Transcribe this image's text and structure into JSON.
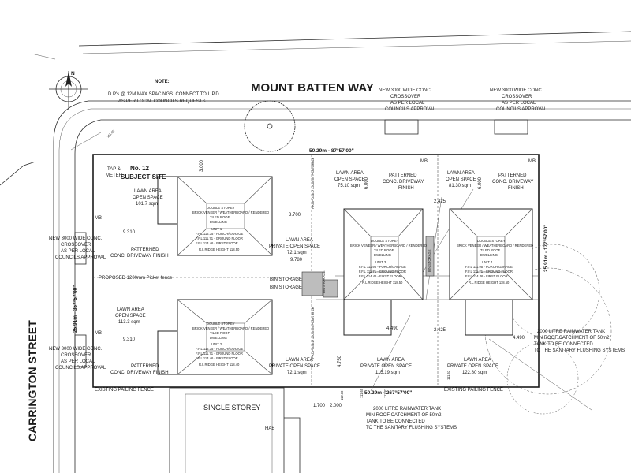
{
  "north_label": "N",
  "note": {
    "heading": "NOTE:",
    "line1": "D.P's @ 12M MAX SPACINGS. CONNECT TO L.P.D",
    "line2": "AS PER LOCAL COUNCILS REQUESTS"
  },
  "streets": {
    "north": "MOUNT BATTEN WAY",
    "west": "CARRINGTON STREET"
  },
  "crossovers": {
    "top_mid": [
      "NEW 3000 WIDE CONC.",
      "CROSSOVER",
      "AS PER LOCAL",
      "COUNCILS APPROVAL"
    ],
    "top_right": [
      "NEW 3000 WIDE CONC.",
      "CROSSOVER",
      "AS PER LOCAL",
      "COUNCILS APPROVAL"
    ],
    "left_upper": [
      "NEW 3000 WIDE CONC.",
      "CROSSOVER",
      "AS PER LOCAL",
      "COUNCILS APPROVAL"
    ],
    "left_lower": [
      "NEW 3000 WIDE CONC.",
      "CROSSOVER",
      "AS PER LOCAL",
      "COUNCILS APPROVAL"
    ]
  },
  "boundaries": {
    "north": "50.29m - 87°57'00\"",
    "south": "50.29m - 267°57'00\"",
    "west": "25.91m - 357°57'00\"",
    "east": "25.91m - 177°57'00\""
  },
  "subject": {
    "tap": "TAP &",
    "meter": "METER",
    "no": "No. 12",
    "site": "SUBJECT SITE"
  },
  "areas": {
    "lawn_a": [
      "LAWN AREA",
      "OPEN SPACE",
      "101.7 sqm"
    ],
    "lawn_b": [
      "LAWN AREA",
      "OPEN SPACE",
      "113.3 sqm"
    ],
    "lawn_c": [
      "LAWN AREA",
      "OPEN SPACE",
      "75.10 sqm"
    ],
    "lawn_d": [
      "LAWN AREA",
      "OPEN SPACE",
      "81.30 sqm"
    ],
    "private_1": [
      "LAWN AREA",
      "PRIVATE OPEN SPACE",
      "72.1 sqm"
    ],
    "private_2": [
      "LAWN AREA",
      "PRIVATE OPEN SPACE",
      "72.1 sqm"
    ],
    "private_3": [
      "LAWN AREA",
      "PRIVATE OPEN SPACE",
      "115.19 sqm"
    ],
    "private_4": [
      "LAWN AREA",
      "PRIVATE OPEN SPACE",
      "122.80 sqm"
    ],
    "driveway_1": [
      "PATTERNED",
      "CONC. DRIVEWAY FINISH"
    ],
    "driveway_2": [
      "PATTERNED",
      "CONC. DRIVEWAY FINISH"
    ],
    "driveway_3": [
      "PATTERNED",
      "CONC. DRIVEWAY",
      "FINISH"
    ],
    "driveway_4": [
      "PATTERNED",
      "CONC. DRIVEWAY",
      "FINISH"
    ]
  },
  "units": {
    "u1": [
      "DOUBLE STOREY",
      "BRICK VENEER / WEATHERBOARD / RENDERED",
      "TILED ROOF",
      "DWELLING",
      "UNIT 1",
      "F.F.L 112.35 - PORCH/GARAGE",
      "F.F.L 111.71 - GROUND FLOOR",
      "F.F.L 114.46 - FIRST FLOOR",
      "R.L RIDGE HEIGHT 118.50"
    ],
    "u2": [
      "DOUBLE STOREY",
      "BRICK VENEER / WEATHERBOARD / RENDERED",
      "TILED ROOF",
      "DWELLING",
      "UNIT 2",
      "F.F.L 112.35 - PORCH/GARAGE",
      "F.F.L 111.71 - GROUND FLOOR",
      "F.F.L 114.46 - FIRST FLOOR",
      "R.L RIDGE HEIGHT 118.40"
    ],
    "u3": [
      "DOUBLE STOREY",
      "BRICK VENEER / WEATHERBOARD / RENDERED",
      "TILED ROOF",
      "DWELLING",
      "UNIT 3",
      "F.F.L 111.95 - PORCH/GARAGE",
      "F.F.L 111.71 - GROUND FLOOR",
      "F.F.L 114.46 - FIRST FLOOR",
      "R.L RIDGE HEIGHT 118.50"
    ],
    "u4": [
      "DOUBLE STOREY",
      "BRICK VENEER / WEATHERBOARD / RENDERED",
      "TILED ROOF",
      "DWELLING",
      "UNIT 4",
      "F.F.L 111.95 - PORCH/GARAGE",
      "F.F.L 111.71 - GROUND FLOOR",
      "F.F.L 114.46 - FIRST FLOOR",
      "R.L RIDGE HEIGHT 118.50"
    ]
  },
  "dims": {
    "d3000": "3.000",
    "d3700": "3.700",
    "d9310a": "9.310",
    "d9310b": "9.310",
    "d9780": "9.780",
    "d6000a": "6.000",
    "d6000b": "6.000",
    "d2425a": "2.425",
    "d2425b": "2.425",
    "d4490a": "4.490",
    "d4490b": "4.490",
    "d4750": "4.750",
    "d1700": "1.700",
    "d2000": "2.000",
    "levels": [
      "111.65",
      "111.87",
      "111.62",
      "111.00",
      "112.00"
    ]
  },
  "misc": {
    "mb1": "MB",
    "mb2": "MB",
    "mb3": "MB",
    "mb4": "MB",
    "picket": "PROPOSED 1200mm Picket fence",
    "picket_v1": "PROPOSED 1200mm Picket fence",
    "picket_v2": "PROPOSED 1200mm Picket fence",
    "bin1": "BIN STORAGE",
    "bin2": "BIN STORAGE",
    "bin3": "BIN STORAGE",
    "bin4": "BIN STORAGE",
    "fence_w": "EXISTING PAILING FENCE",
    "fence_e": "EXISTING PAILING FENCE",
    "single": "SINGLE STOREY",
    "hab": "HAB"
  },
  "tanks": {
    "bottom": [
      "2000 LITRE RAINWATER TANK",
      "MIN ROOF CATCHMENT OF 50m2",
      "TANK TO BE CONNECTED",
      "TO THE SANITARY FLUSHING SYSTEMS"
    ],
    "right": [
      "2000 LITRE RAINWATER TANK",
      "MIN ROOF CATCHMENT OF 50m2",
      "TANK TO BE CONNECTED",
      "TO THE SANITARY FLUSHING SYSTEMS"
    ]
  }
}
